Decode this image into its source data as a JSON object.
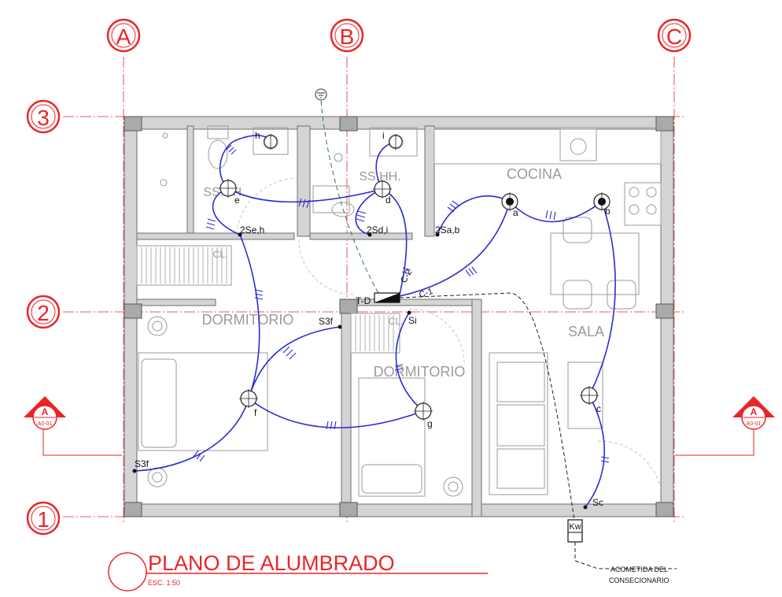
{
  "grid": {
    "columns": [
      "A",
      "B",
      "C"
    ],
    "rows": [
      "3",
      "2",
      "1"
    ],
    "section_mark": "A",
    "section_ref": "A0-01"
  },
  "rooms": {
    "ss_hh_left": "SS.HH.",
    "ss_hh_right": "SS.HH.",
    "cocina": "COCINA",
    "dormitorio_left": "DORMITORIO",
    "dormitorio_center": "DORMITORIO",
    "sala": "SALA",
    "cl_left": "CL.",
    "cl_center": "CL."
  },
  "fixtures": {
    "lights": [
      "e",
      "d",
      "a",
      "b",
      "f",
      "g",
      "c",
      "h",
      "i"
    ],
    "switches": [
      "2Se,h",
      "2Sd,i",
      "2Sa,b",
      "S3f",
      "Si",
      "S3f",
      "Sc"
    ],
    "circuits": [
      "C-2",
      "C-1"
    ],
    "panel": "T-D",
    "meter": "Kw"
  },
  "title_block": {
    "title": "PLANO DE ALUMBRADO",
    "scale": "ESC. 1:50",
    "note_line1": "ACOMETIDA DEL",
    "note_line2": "CONSECIONARIO"
  },
  "colors": {
    "grid_red": "#e8262a",
    "wiring_blue": "#2b2bd6",
    "wall_gray": "#c8c8c8",
    "wall_outline": "#7a7a7a",
    "furniture": "#9a9a9a",
    "ground_green": "#2e7d32"
  }
}
